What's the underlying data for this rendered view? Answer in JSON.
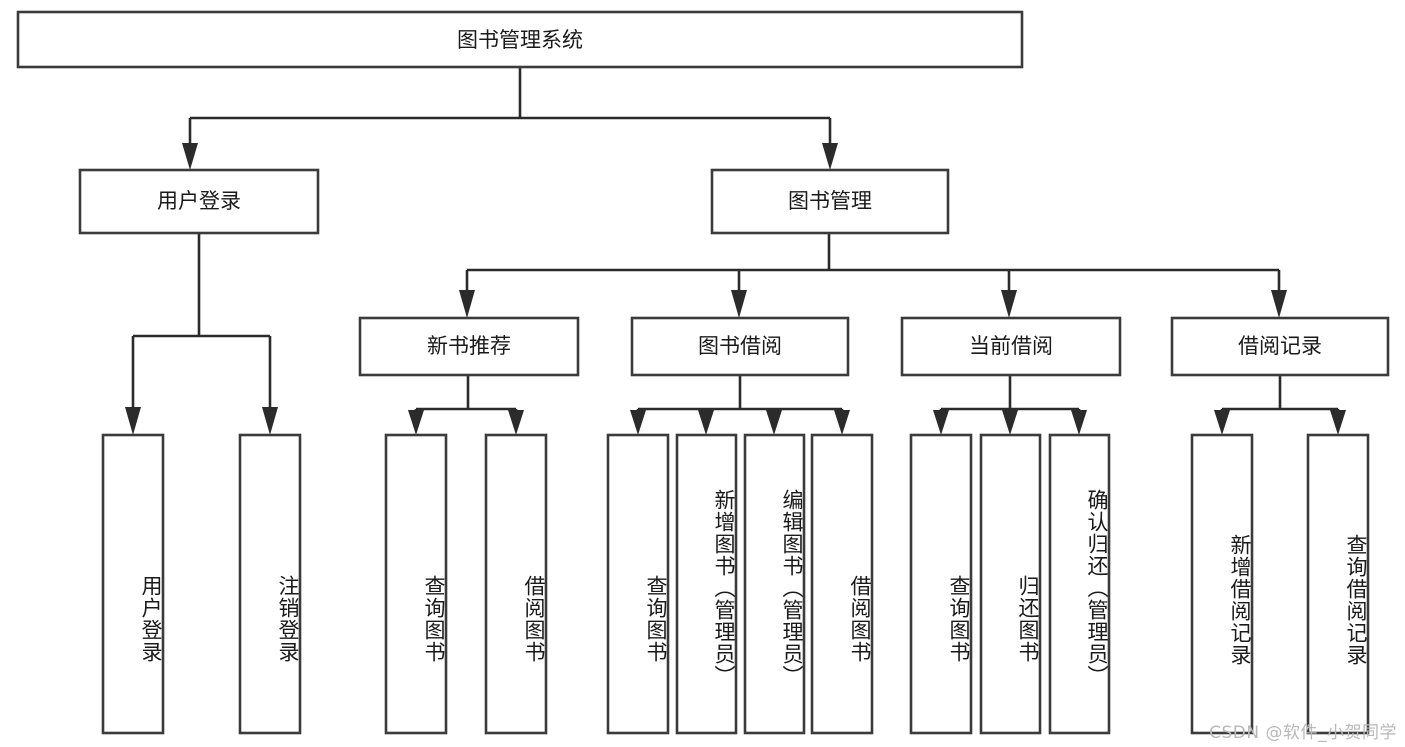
{
  "diagram": {
    "title": "图书管理系统",
    "type": "tree-hierarchy-diagram",
    "colors": {
      "background": "#ffffff",
      "box_stroke": "#3b3b3b",
      "connector": "#2b2b2b",
      "text": "#1a1a1a",
      "watermark": "#b9b9b9"
    },
    "root": {
      "label": "图书管理系统"
    },
    "level2": [
      {
        "label": "用户登录"
      },
      {
        "label": "图书管理"
      }
    ],
    "level3": [
      {
        "label": "新书推荐"
      },
      {
        "label": "图书借阅"
      },
      {
        "label": "当前借阅"
      },
      {
        "label": "借阅记录"
      }
    ],
    "leaves": {
      "user_login": [
        {
          "label": "用户登录"
        },
        {
          "label": "注销登录"
        }
      ],
      "new_book_recommend": [
        {
          "label": "查询图书"
        },
        {
          "label": "借阅图书"
        }
      ],
      "book_borrow": [
        {
          "label": "查询图书"
        },
        {
          "label": "新增图书（管理员）"
        },
        {
          "label": "编辑图书（管理员）"
        },
        {
          "label": "借阅图书"
        }
      ],
      "current_borrow": [
        {
          "label": "查询图书"
        },
        {
          "label": "归还图书"
        },
        {
          "label": "确认归还（管理员）"
        }
      ],
      "borrow_record": [
        {
          "label": "新增借阅记录"
        },
        {
          "label": "查询借阅记录"
        }
      ]
    },
    "watermark": "CSDN @软件_小贺同学"
  }
}
